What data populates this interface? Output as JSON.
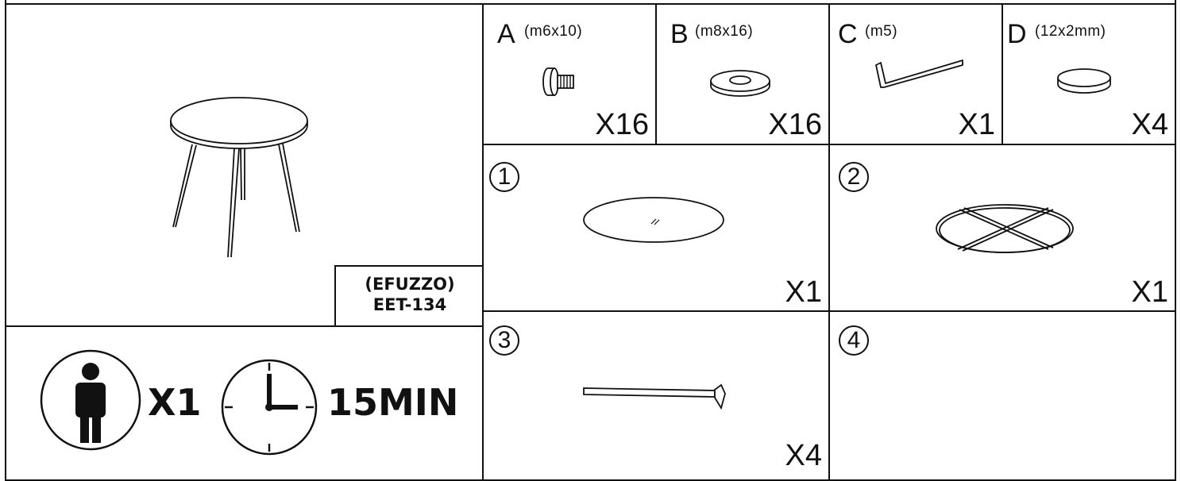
{
  "product": {
    "brand": "(EFUZZO)",
    "model": "EET-134"
  },
  "assembly": {
    "people_count": "X1",
    "time": "15MIN",
    "icons": [
      "person-icon",
      "clock-icon"
    ]
  },
  "hardware": [
    {
      "letter": "A",
      "spec": "(m6x10)",
      "qty": "X16",
      "icon": "bolt-icon"
    },
    {
      "letter": "B",
      "spec": "(m8x16)",
      "qty": "X16",
      "icon": "washer-icon"
    },
    {
      "letter": "C",
      "spec": "(m5)",
      "qty": "X1",
      "icon": "allen-key-icon"
    },
    {
      "letter": "D",
      "spec": "(12x2mm)",
      "qty": "X4",
      "icon": "felt-pad-icon"
    }
  ],
  "parts": [
    {
      "number": "1",
      "qty": "X1",
      "icon": "glass-tabletop-icon"
    },
    {
      "number": "2",
      "qty": "X1",
      "icon": "cross-frame-icon"
    },
    {
      "number": "3",
      "qty": "X4",
      "icon": "table-leg-icon"
    },
    {
      "number": "4",
      "qty": "",
      "icon": ""
    }
  ]
}
